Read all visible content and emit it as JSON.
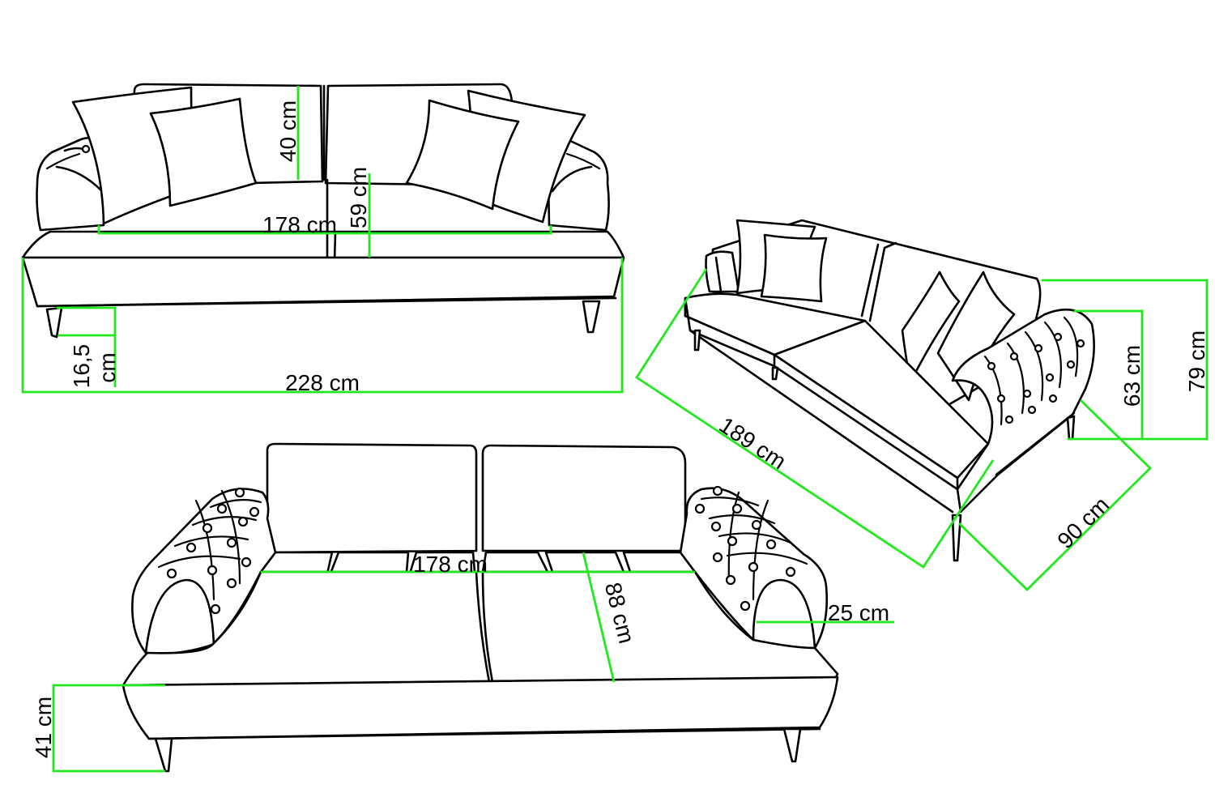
{
  "colors": {
    "dimension": "#22e81e",
    "outline": "#000000",
    "background": "#ffffff"
  },
  "front": {
    "width": "228 cm",
    "seat_width": "178 cm",
    "back_height": "40 cm",
    "seat_to_top": "59 cm",
    "leg_height_num": "16,5",
    "leg_height_unit": "cm"
  },
  "side": {
    "length": "189 cm",
    "depth": "90 cm",
    "arm_height": "63 cm",
    "total_height": "79 cm"
  },
  "top": {
    "seat_width": "178 cm",
    "seat_depth": "88 cm",
    "arm_width": "25 cm",
    "seat_height": "41 cm"
  }
}
